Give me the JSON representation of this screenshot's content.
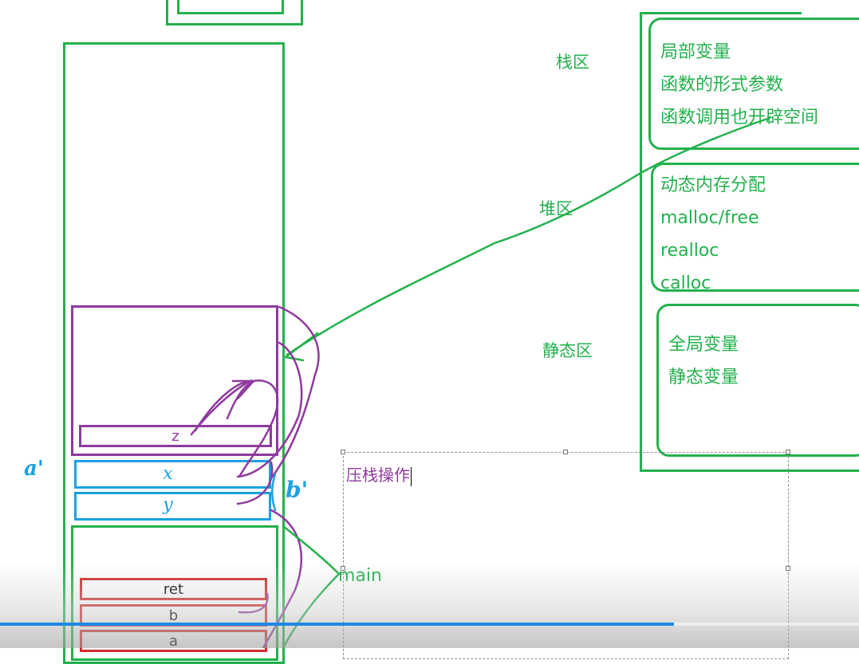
{
  "regions": {
    "stack": {
      "label": "栈区",
      "lines": [
        "局部变量",
        "函数的形式参数",
        "函数调用也开辟空间"
      ]
    },
    "heap": {
      "label": "堆区",
      "lines": [
        "动态内存分配",
        "malloc/free",
        "realloc",
        "calloc"
      ]
    },
    "static": {
      "label": "静态区",
      "lines": [
        "全局变量",
        "静态变量"
      ]
    }
  },
  "stack_frames": {
    "purple_frame": {
      "slot": "z"
    },
    "params": {
      "x": "x",
      "y": "y"
    },
    "main_frame": {
      "slots": [
        "ret",
        "b",
        "a"
      ]
    }
  },
  "annotations": {
    "a_prime": "a'",
    "b_prime": "b'",
    "main": "main"
  },
  "text_box": {
    "text": "压栈操作"
  },
  "colors": {
    "green": "#22b14c",
    "purple": "#8e3a9d",
    "blue": "#1ba1e2",
    "red": "#d22a2a",
    "progress": "#1e88e5"
  },
  "video_progress": 0.785
}
